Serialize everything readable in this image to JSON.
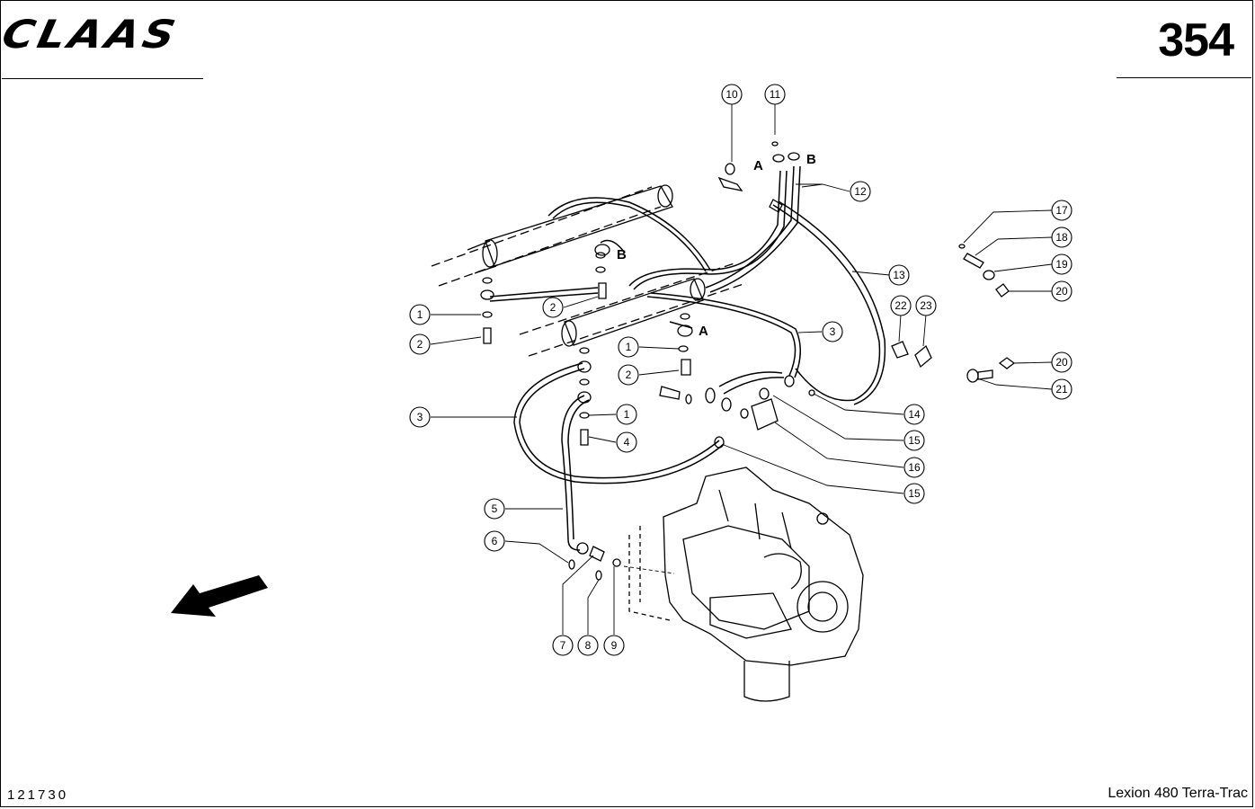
{
  "header": {
    "logo_text": "CLAAS",
    "page_number": "354"
  },
  "footer": {
    "doc_code": "121730",
    "model": "Lexion 480 Terra-Trac"
  },
  "callouts": [
    {
      "id": "c10",
      "label": "10"
    },
    {
      "id": "c11",
      "label": "11"
    },
    {
      "id": "c12",
      "label": "12"
    },
    {
      "id": "c17",
      "label": "17"
    },
    {
      "id": "c18",
      "label": "18"
    },
    {
      "id": "c19",
      "label": "19"
    },
    {
      "id": "c20a",
      "label": "20"
    },
    {
      "id": "c13",
      "label": "13"
    },
    {
      "id": "c22",
      "label": "22"
    },
    {
      "id": "c23",
      "label": "23"
    },
    {
      "id": "c1a",
      "label": "1"
    },
    {
      "id": "c2a",
      "label": "2"
    },
    {
      "id": "c2b",
      "label": "2"
    },
    {
      "id": "c3a",
      "label": "3"
    },
    {
      "id": "c1b",
      "label": "1"
    },
    {
      "id": "c2c",
      "label": "2"
    },
    {
      "id": "c20b",
      "label": "20"
    },
    {
      "id": "c21",
      "label": "21"
    },
    {
      "id": "c3b",
      "label": "3"
    },
    {
      "id": "c1c",
      "label": "1"
    },
    {
      "id": "c14",
      "label": "14"
    },
    {
      "id": "c15a",
      "label": "15"
    },
    {
      "id": "c4",
      "label": "4"
    },
    {
      "id": "c16",
      "label": "16"
    },
    {
      "id": "c15b",
      "label": "15"
    },
    {
      "id": "c5",
      "label": "5"
    },
    {
      "id": "c6",
      "label": "6"
    },
    {
      "id": "c7",
      "label": "7"
    },
    {
      "id": "c8",
      "label": "8"
    },
    {
      "id": "c9",
      "label": "9"
    }
  ],
  "port_labels": {
    "a_top": "A",
    "b_top": "B",
    "b_left": "B",
    "a_mid": "A"
  }
}
